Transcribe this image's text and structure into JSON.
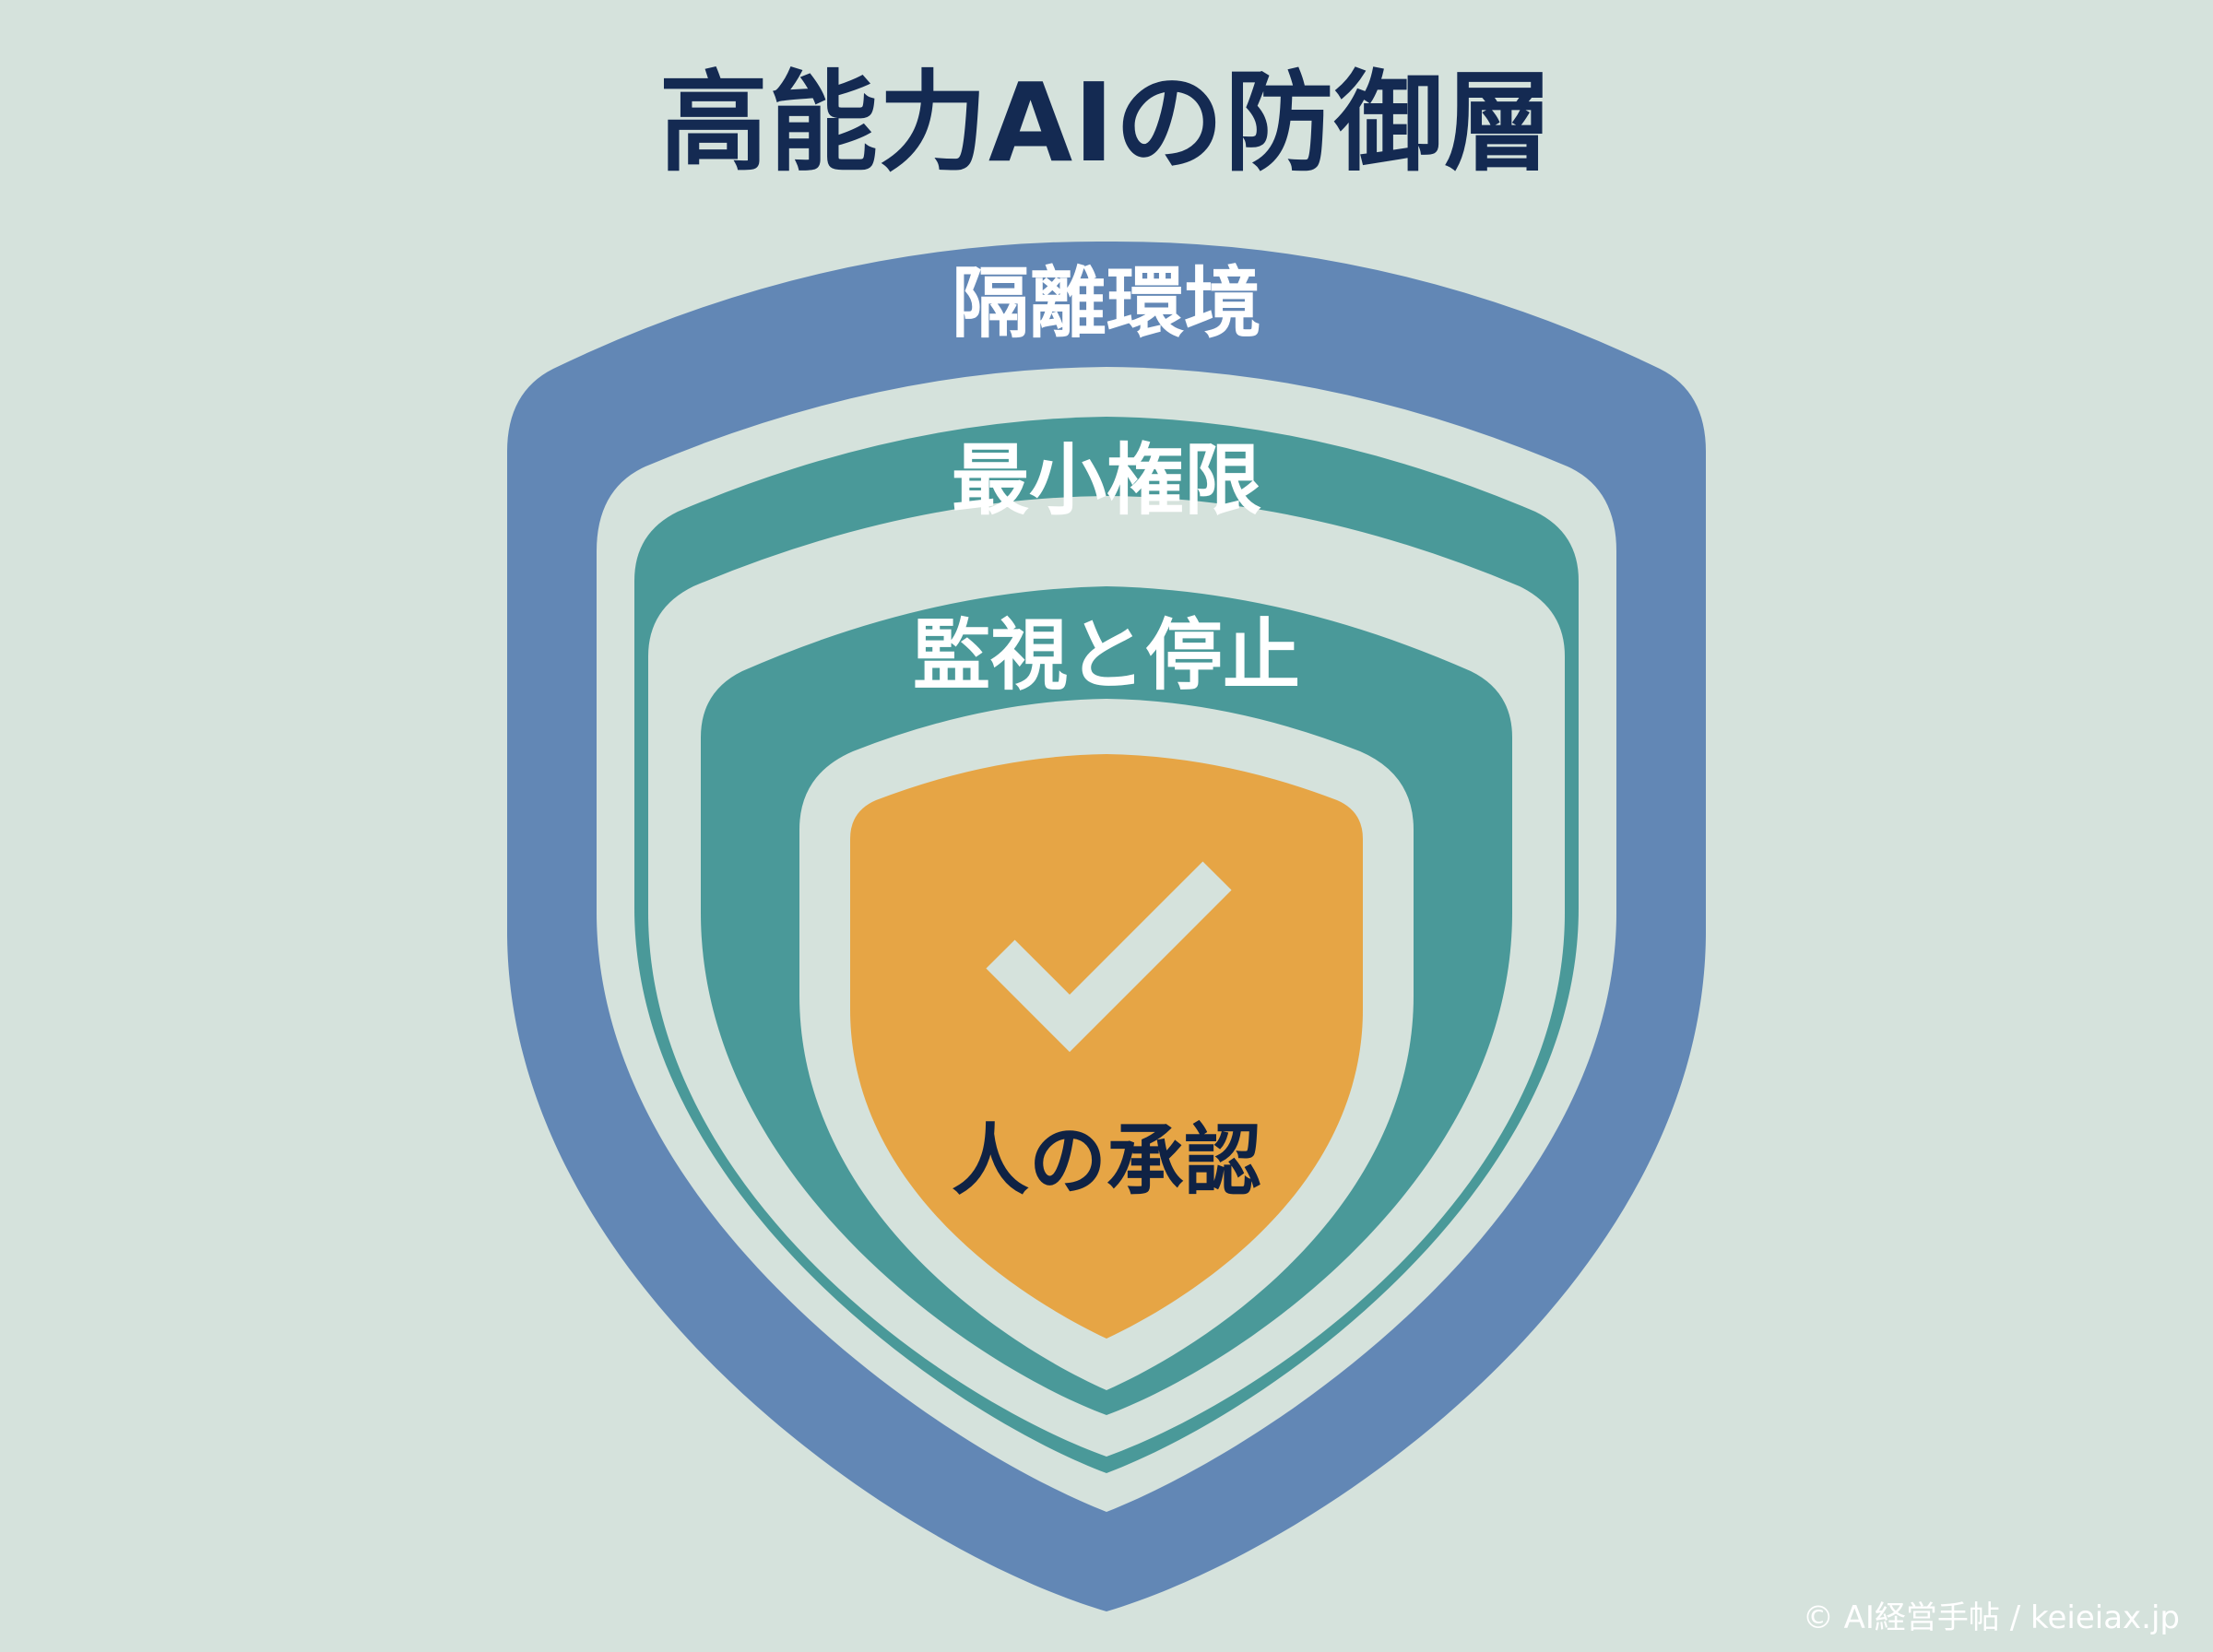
{
  "title": "高能力AIの防御層",
  "layers": [
    {
      "label": "隔離環境",
      "color": "#6287b5",
      "text_color": "#ffffff"
    },
    {
      "label": "最小権限",
      "color": "#4a9999",
      "text_color": "#ffffff"
    },
    {
      "label": "監視と停止",
      "color": "#4a9999",
      "text_color": "#ffffff"
    },
    {
      "label": "人の承認",
      "color": "#e6a545",
      "text_color": "#0f2244"
    }
  ],
  "gap_color": "#d5e2dc",
  "center_icon": "checkmark-icon",
  "credit": "© AI経営手帖 / keieiax.jp"
}
